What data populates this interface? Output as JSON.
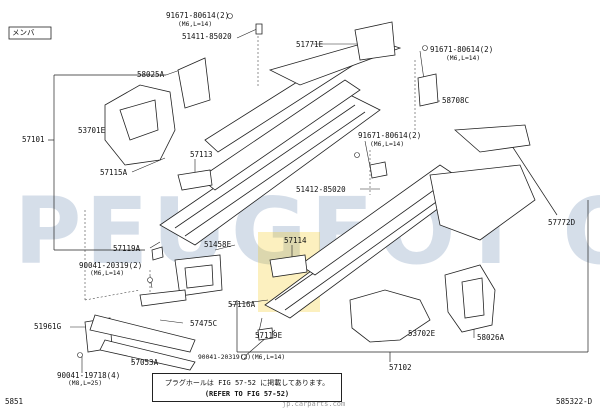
{
  "labels": {
    "section": "メンバ",
    "p91671_a": "91671-80614(2)",
    "p91671_a_spec": "(M6,L=14)",
    "p51411": "51411-85020",
    "p51771": "51771E",
    "p91671_b": "91671-80614(2)",
    "p91671_b_spec": "(M6,L=14)",
    "p58025": "58025A",
    "p58708": "58708C",
    "p57101": "57101",
    "p53701": "53701E",
    "p91671_c": "91671-80614(2)",
    "p91671_c_spec": "(M6,L=14)",
    "p57113": "57113",
    "p57115": "57115A",
    "p51412": "51412-85020",
    "p57772": "57772D",
    "p57119a": "57119A",
    "p51458": "51458E",
    "p57114": "57114",
    "p90041_a": "90041-20319(2)",
    "p90041_a_spec": "(M6,L=14)",
    "p57116": "57116A",
    "p51961": "51961G",
    "p57475": "57475C",
    "p57119b": "57119E",
    "p53702": "53702E",
    "p58026": "58026A",
    "p90041_b": "90041-19718(4)",
    "p90041_b_spec": "(M8,L=25)",
    "p57053": "57053A",
    "p90041_c": "90041-20319(2)(M6,L=14)",
    "p57102": "57102",
    "note_line1": "プラグホールは FIG 57-52 に掲載してあります。",
    "note_line2": "(REFER TO FIG 57-52)",
    "code_left": "5851",
    "code_right": "585322-D"
  },
  "watermark": {
    "text": "PEUGEOT OPEL",
    "source": "jp.carparts.com"
  },
  "colors": {
    "line": "#222222",
    "watermark_blue": "#1f4e8c",
    "watermark_yellow": "#f2c200"
  }
}
